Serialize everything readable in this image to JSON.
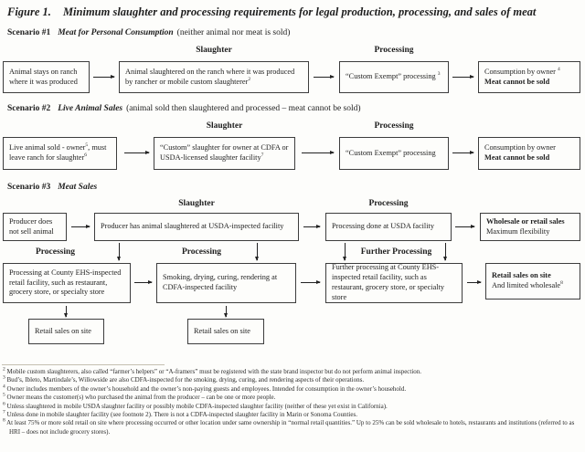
{
  "title": {
    "label": "Figure 1.",
    "text": "Minimum slaughter and processing requirements for legal production, processing, and sales of meat"
  },
  "scenarios": {
    "s1": {
      "label": "Scenario #1",
      "name": "Meat for Personal Consumption",
      "note": "(neither animal nor meat is sold)",
      "slaughter_header": "Slaughter",
      "processing_header": "Processing",
      "box1": "Animal stays on ranch where it was produced",
      "box2_text": "Animal slaughtered on the ranch where it was produced by rancher or mobile custom slaughterer",
      "box2_sup": "2",
      "box3_text": "“Custom Exempt” processing ",
      "box3_sup": "3",
      "box4_line1": "Consumption by owner ",
      "box4_sup": "4",
      "box4_line2": "Meat cannot be sold"
    },
    "s2": {
      "label": "Scenario #2",
      "name": "Live Animal Sales",
      "note": "(animal sold then slaughtered and processed – meat cannot be sold)",
      "slaughter_header": "Slaughter",
      "processing_header": "Processing",
      "box1_a": "Live animal sold - owner",
      "box1_sup1": "5",
      "box1_b": ", must leave ranch for slaughter",
      "box1_sup2": "6",
      "box2_text": "“Custom” slaughter for owner at CDFA or USDA-licensed slaughter facility",
      "box2_sup": "7",
      "box3_text": "“Custom Exempt” processing",
      "box4_line1": "Consumption by owner",
      "box4_line2": "Meat cannot be sold"
    },
    "s3": {
      "label": "Scenario #3",
      "name": "Meat Sales",
      "slaughter_header": "Slaughter",
      "processing_header": "Processing",
      "processing_header_a": "Processing",
      "processing_header_b": "Processing",
      "further_processing_header": "Further Processing",
      "box1": "Producer does not sell animal",
      "box2": "Producer has animal slaughtered at USDA-inspected facility",
      "box3": "Processing  done at USDA facility",
      "box4_line1": "Wholesale or retail sales",
      "box4_line2": "Maximum flexibility",
      "boxA": "Processing at County EHS-inspected retail facility, such as restaurant, grocery store, or specialty store",
      "boxB": "Smoking, drying, curing, rendering at CDFA-inspected facility",
      "boxC": "Further processing  at County EHS-inspected retail facility, such as restaurant, grocery store, or specialty store",
      "boxD_line1": "Retail sales on site",
      "boxD_line2": "And limited wholesale",
      "boxD_sup": "8",
      "boxA2": "Retail sales on site",
      "boxB2": "Retail sales on site"
    }
  },
  "footnotes": [
    {
      "sup": "2",
      "text": " Mobile custom slaughterers, also called “farmer’s helpers” or “A-framers” must be registered with the state brand inspector but do not perform animal inspection."
    },
    {
      "sup": "3",
      "text": " Bud’s, Ibleto, Martindale’s, Willowside are also CDFA-inspected for the smoking, drying, curing, and rendering aspects of their operations."
    },
    {
      "sup": "4",
      "text": " Owner includes members of the owner’s household and the owner’s non-paying guests and employees. Intended for consumption in the owner’s household."
    },
    {
      "sup": "5",
      "text": " Owner means the customer(s) who purchased the animal from the producer – can be one or more people."
    },
    {
      "sup": "6",
      "text": " Unless slaughtered in mobile USDA slaughter facility or possibly mobile CDFA-inspected slaughter facility (neither of these yet exist in California)."
    },
    {
      "sup": "7",
      "text": " Unless done in mobile slaughter facility (see footnote 2). There is not a CDFA-inspected slaughter facility in Marin or Sonoma Counties."
    },
    {
      "sup": "8",
      "text": " At least 75% or more sold retail on site where processing occurred or other location under same ownership in “normal retail quantities.”  Up to 25% can be sold wholesale to hotels, restaurants and institutions (referred to as HRI – does not include grocery stores)."
    }
  ],
  "colors": {
    "text": "#1e1e1e",
    "box_border": "#3d3d3d",
    "rule": "#c5c0b0",
    "background": "#fdfdfb"
  }
}
